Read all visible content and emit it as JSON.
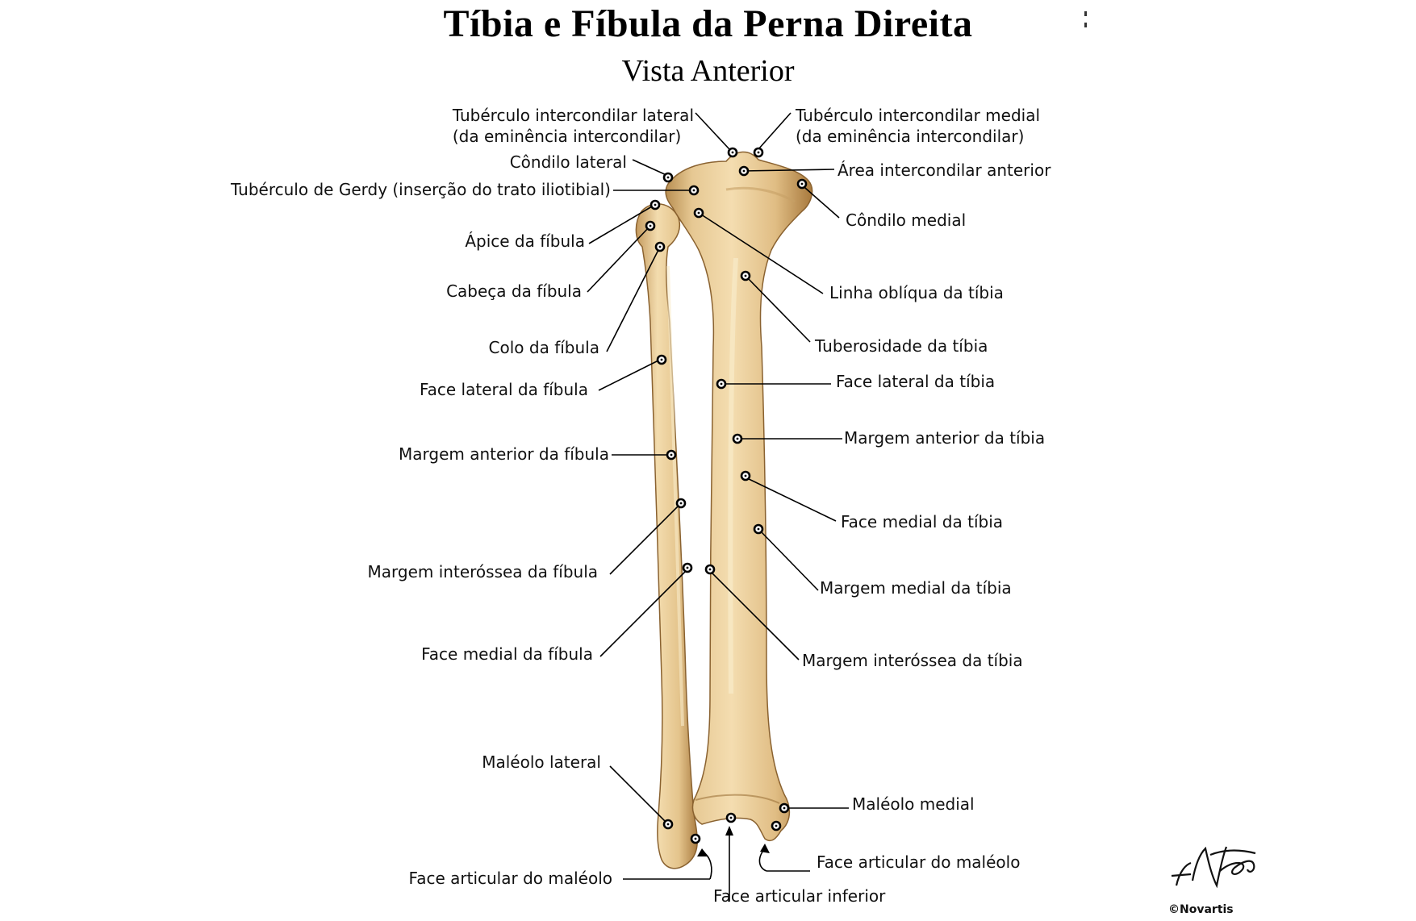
{
  "title": "Tíbia e Fíbula da Perna Direita",
  "subtitle": "Vista Anterior",
  "credit": "©Novartis",
  "signature": "F. Netter",
  "colors": {
    "bone": "#e2c28a",
    "bone_shadow": "#b58a4c",
    "bone_highlight": "#f6e4bd",
    "leader": "#000000"
  },
  "labels": {
    "tuberculo_lateral": "Tubérculo intercondilar lateral\n(da eminência intercondilar)",
    "tuberculo_medial": "Tubérculo intercondilar medial\n(da eminência intercondilar)",
    "condilo_lateral": "Côndilo lateral",
    "area_intercondilar": "Área intercondilar anterior",
    "gerdy": "Tubérculo de Gerdy (inserção do trato iliotibial)",
    "condilo_medial": "Côndilo medial",
    "apice_fibula": "Ápice da fíbula",
    "cabeca_fibula": "Cabeça da fíbula",
    "linha_obliqua": "Linha oblíqua da tíbia",
    "colo_fibula": "Colo da fíbula",
    "tuberosidade": "Tuberosidade da tíbia",
    "face_lateral_fibula": "Face lateral da fíbula",
    "face_lateral_tibia": "Face lateral da tíbia",
    "margem_anterior_fibula": "Margem anterior da fíbula",
    "margem_anterior_tibia": "Margem anterior da tíbia",
    "face_medial_tibia": "Face medial da tíbia",
    "margem_interossea_fibula": "Margem interóssea da fíbula",
    "margem_medial_tibia": "Margem medial da tíbia",
    "face_medial_fibula": "Face medial da fíbula",
    "margem_interossea_tibia": "Margem interóssea da tíbia",
    "maleolo_lateral": "Maléolo lateral",
    "maleolo_medial": "Maléolo medial",
    "face_articular_maleolo_l": "Face articular do maléolo",
    "face_articular_maleolo_m": "Face articular do maléolo",
    "face_articular_inferior": "Face articular inferior"
  }
}
